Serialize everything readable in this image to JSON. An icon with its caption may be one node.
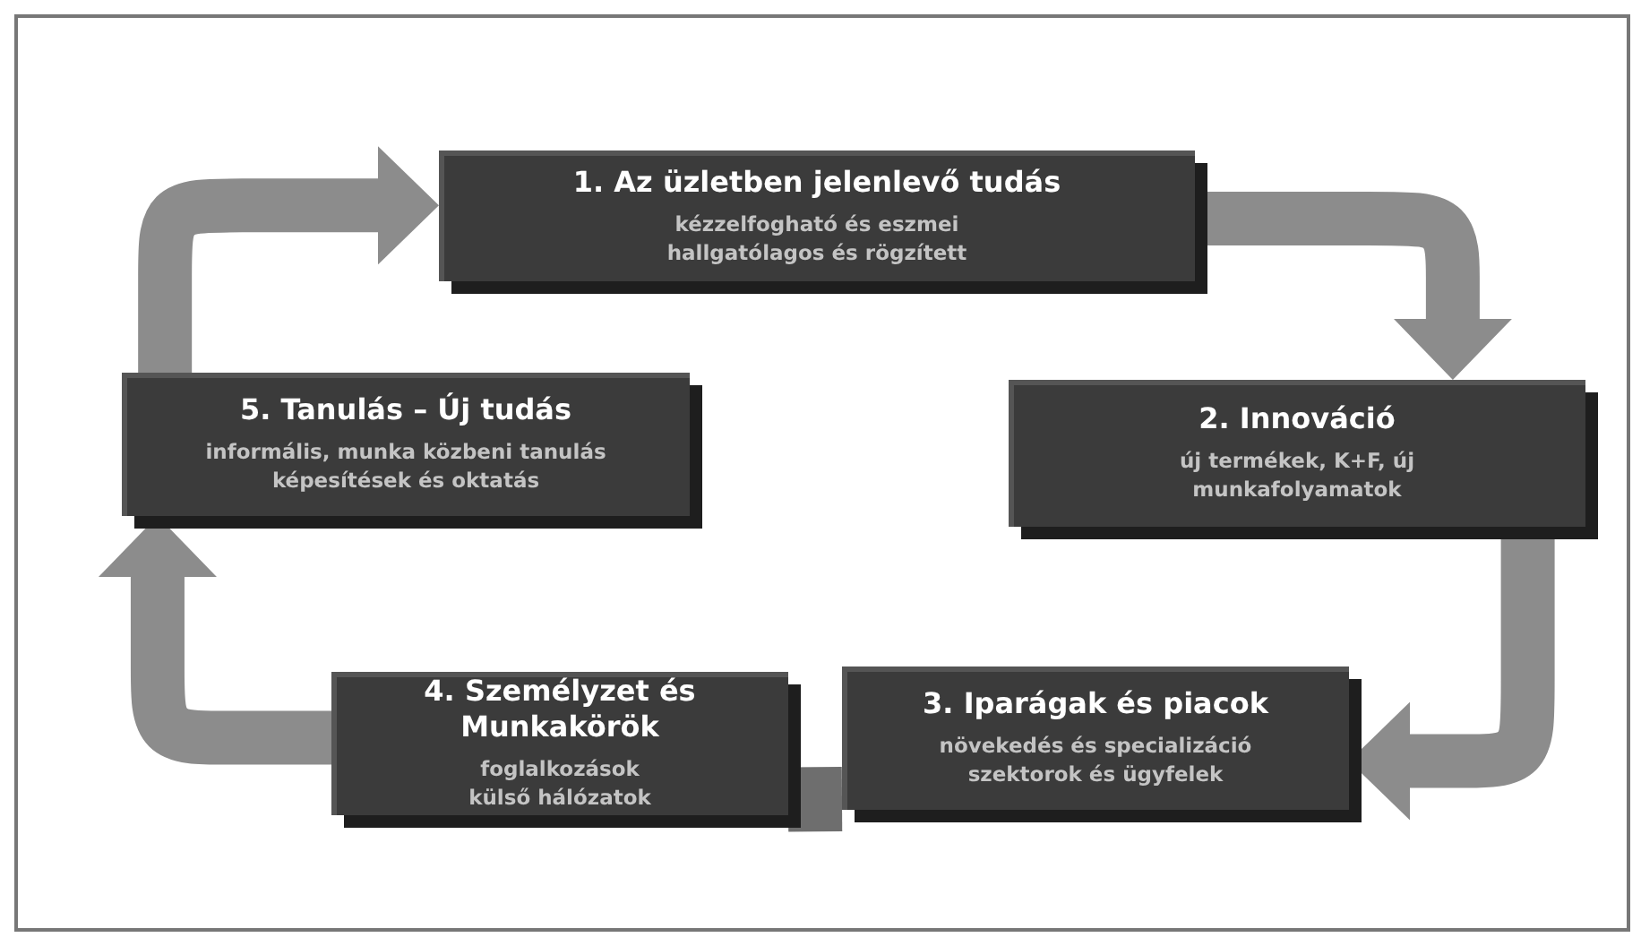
{
  "diagram": {
    "nodes": [
      {
        "text": [
          "1. Az üzletben jelenlevő tudás",
          "kézzelfogható és eszmei hallgatólagos és rögzített"
        ]
      },
      {
        "text": [
          "2. Innováció",
          "új termékek, K+F, új munkafolyamatok"
        ]
      },
      {
        "text": [
          "3. Iparágak és piacok",
          "növekedés és specializáció szektorok és ügyfelek"
        ]
      },
      {
        "text": [
          "4. Személyzet és Munkakörök",
          "foglalkozások külső hálózatok"
        ]
      },
      {
        "text": [
          "5. Tanulás – Új tudás",
          "informális, munka közbeni tanulás képesítések és oktatás"
        ]
      }
    ],
    "edges": [
      {
        "from": 0,
        "to": 1,
        "arrow": "to"
      },
      {
        "from": 1,
        "to": 2,
        "arrow": "to"
      },
      {
        "from": 2,
        "to": 3,
        "arrow": "none"
      },
      {
        "from": 3,
        "to": 4,
        "arrow": "to"
      },
      {
        "from": 4,
        "to": 0,
        "arrow": "to"
      }
    ]
  }
}
